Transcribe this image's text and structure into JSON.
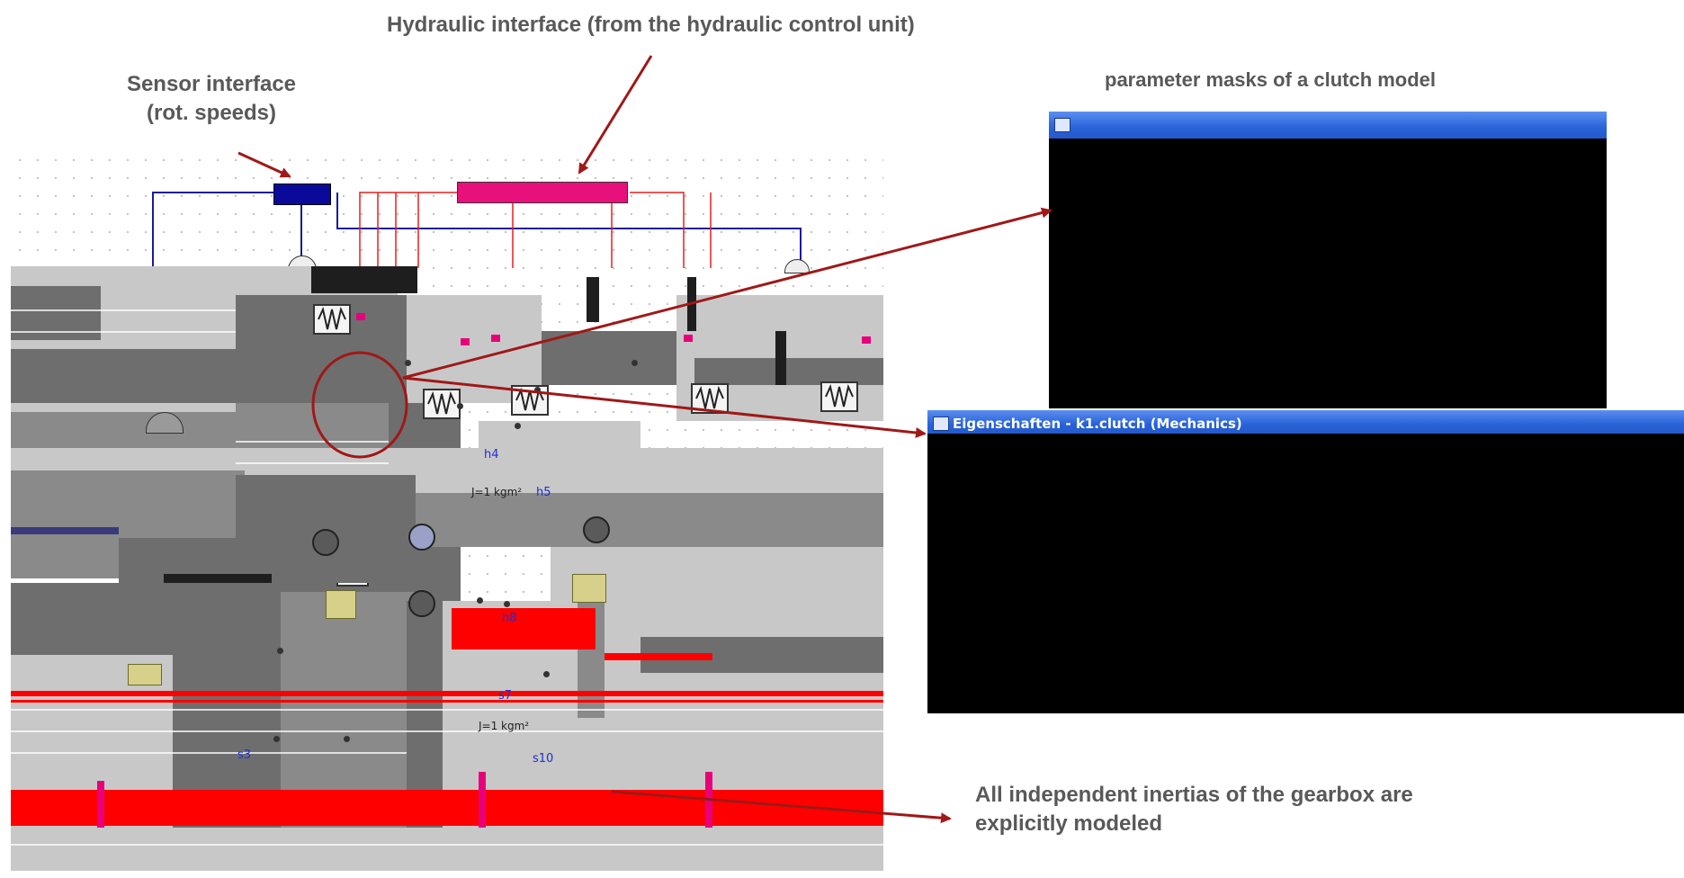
{
  "callouts": {
    "hydraulic": "Hydraulic interface (from the hydraulic control unit)",
    "sensor_line1": "Sensor interface",
    "sensor_line2": "(rot. speeds)",
    "parameter_masks": "parameter masks of a clutch model",
    "inertias_line1": "All independent inertias of the gearbox are",
    "inertias_line2": "explicitly modeled"
  },
  "dialogs": {
    "front_title": "Eigenschaften - k1.clutch (Mechanics)"
  },
  "diagram_labels": {
    "h4": "h4",
    "h5": "h5",
    "s7": "s7",
    "s3": "s3",
    "s10": "s10",
    "h8": "h8",
    "inertia_a": "J=1 kgm²",
    "inertia_b": "J=1 kgm²"
  },
  "colors": {
    "callout_text": "#595959",
    "arrow": "#a01818",
    "sensor_block": "#0a0a9a",
    "hydraulic_block": "#e8107a",
    "dialog_body": "#000000",
    "titlebar": "#2a62d8"
  }
}
